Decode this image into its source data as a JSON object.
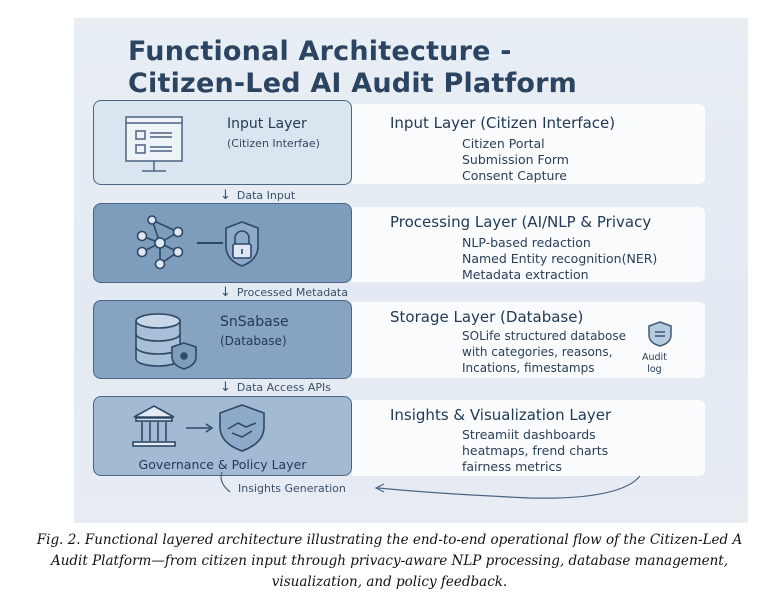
{
  "title": [
    "Functional Architecture -",
    "Citizen-Led AI Audit Platform"
  ],
  "layers": [
    {
      "left_title": "Input Layer",
      "left_sub": "(Citizen Interfae)",
      "right_title": "Input Layer (Citizen Interface)",
      "items": [
        "Citizen Portal",
        "Submission Form",
        "Consent Capture"
      ]
    },
    {
      "right_title": "Processing Layer (AI/NLP & Privacy",
      "items": [
        "NLP-based redaction",
        "Named Entity recognition(NER)",
        "Metadata extraction"
      ]
    },
    {
      "left_title": "SnSabase",
      "left_sub": "(Database)",
      "right_title": "Storage Layer (Database)",
      "items": [
        "SOLife structured databose",
        "with categories, reasons,",
        "Incations, fimestamps"
      ],
      "badge": [
        "Audit",
        "log"
      ]
    },
    {
      "left_title": "Governance & Policy Layer",
      "right_title": "Insights & Visualization Layer",
      "items": [
        "Streamiit dashboards",
        "heatmaps, frend charts",
        "fairness metrics"
      ]
    }
  ],
  "flows": [
    "Data Input",
    "Processed Metadata",
    "Data Access APIs",
    "Insights Generation"
  ],
  "caption": [
    "Fig. 2. Functional layered architecture illustrating the end-to-end operational flow of the Citizen-Led A",
    "Audit Platform—from citizen input through privacy-aware NLP processing, database management,",
    "visualization, and policy feedback."
  ]
}
